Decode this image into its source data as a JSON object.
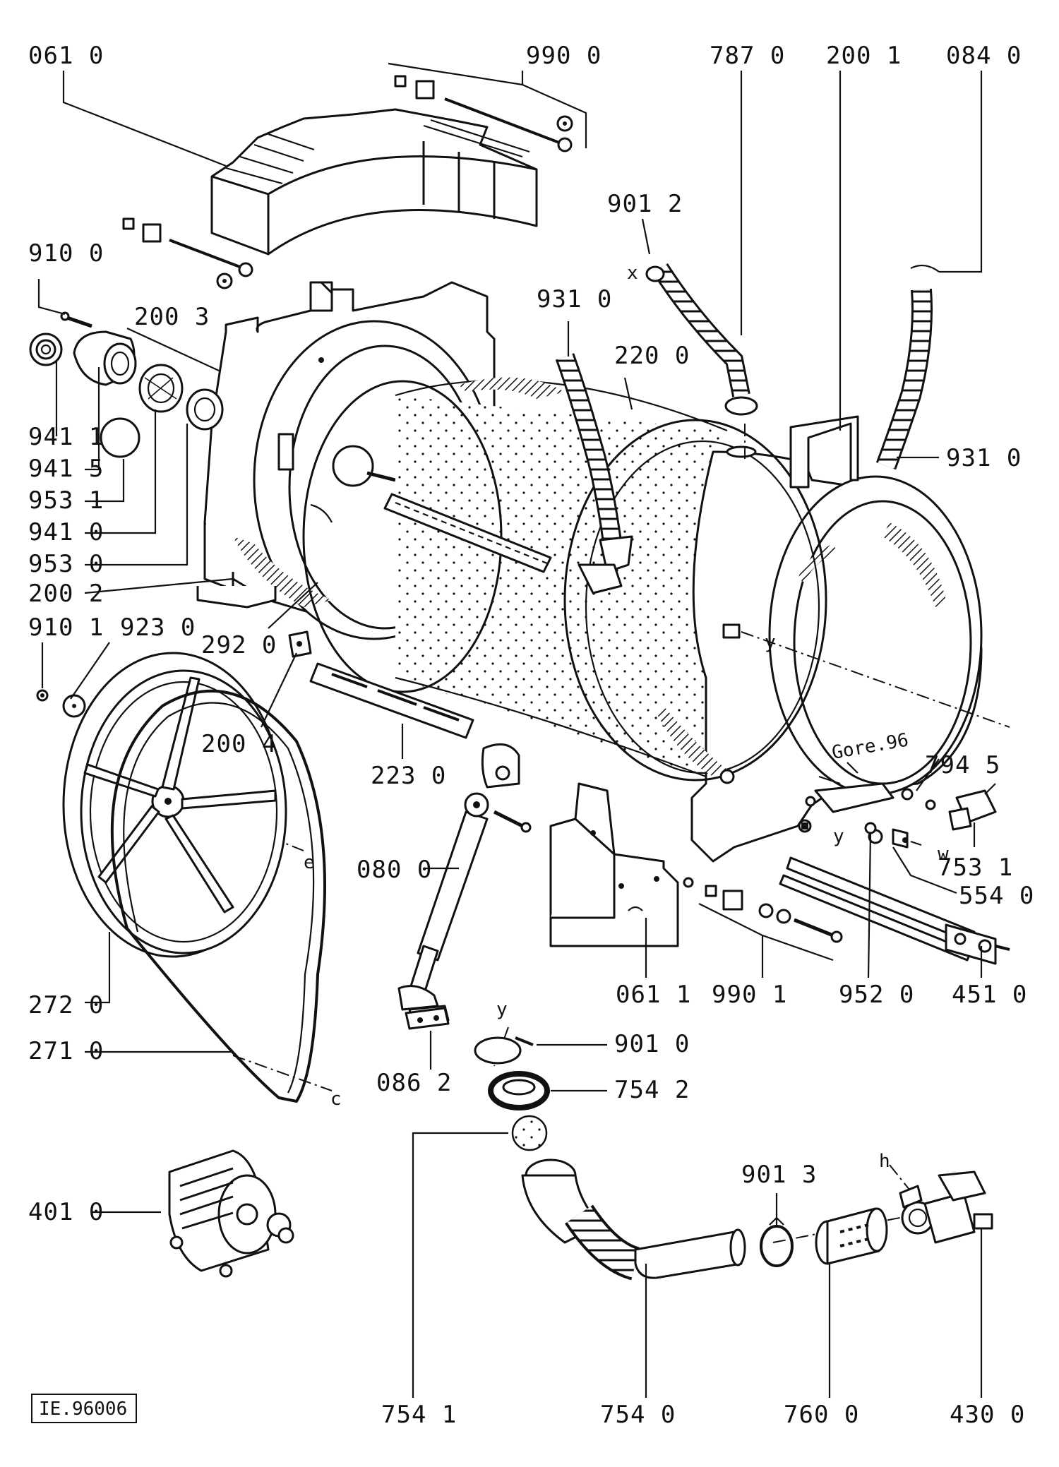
{
  "diagram_id": "IE.96006",
  "callouts": {
    "c0610": "061 0",
    "c9900": "990 0",
    "c7870": "787 0",
    "c2001": "200 1",
    "c0840": "084 0",
    "c9012": "901 2",
    "c9100": "910 0",
    "c2003": "200 3",
    "c9310a": "931 0",
    "c2200": "220 0",
    "c9310b": "931 0",
    "c9411": "941 1",
    "c9415": "941 5",
    "c9531": "953 1",
    "c9410": "941 0",
    "c9530": "953 0",
    "c2002": "200 2",
    "c9101": "910 1",
    "c9230": "923 0",
    "c2920": "292 0",
    "c2004": "200 4",
    "c2230": "223 0",
    "c7945": "794 5",
    "c7531": "753 1",
    "c5540": "554 0",
    "c0800": "080 0",
    "c0611": "061 1",
    "c9901": "990 1",
    "c9520": "952 0",
    "c4510": "451 0",
    "c2720": "272 0",
    "c2710": "271 0",
    "c0862": "086 2",
    "c9010": "901 0",
    "c7542": "754 2",
    "c9013": "901 3",
    "c4010": "401 0",
    "c7541": "754 1",
    "c7540": "754 0",
    "c7600": "760 0",
    "c4300": "430 0"
  },
  "markers": {
    "x": "x",
    "y1": "y",
    "y2": "y",
    "y3": "y",
    "w": "w",
    "e": "e",
    "c": "c",
    "h": "h",
    "stamp": "Gore.96"
  }
}
